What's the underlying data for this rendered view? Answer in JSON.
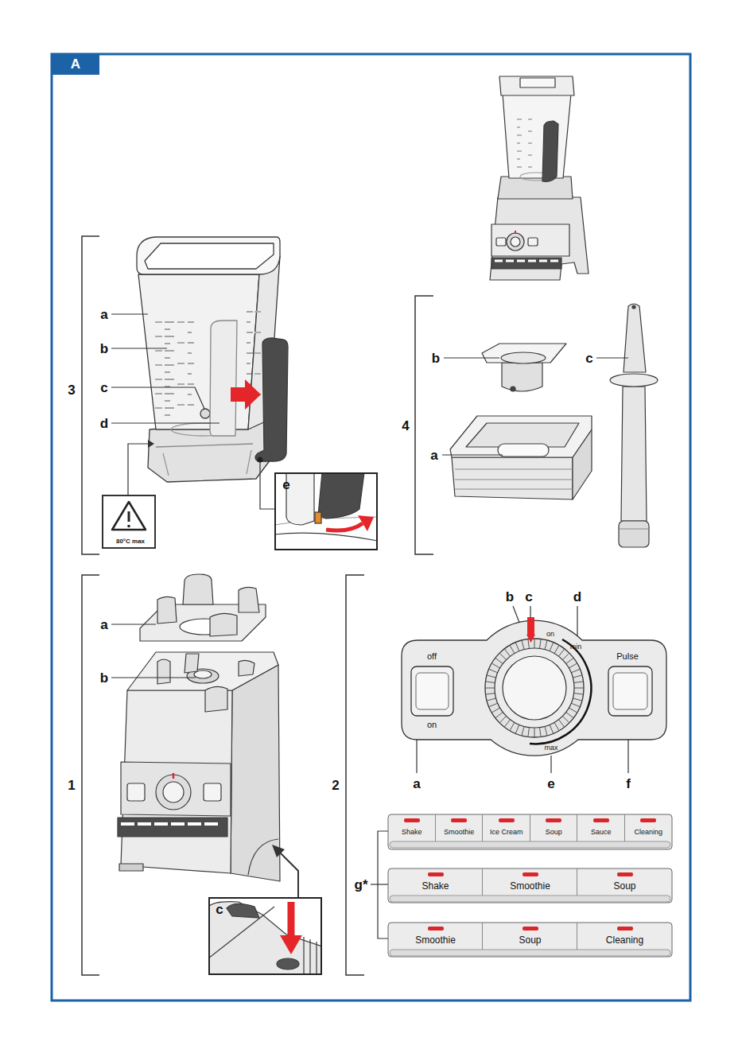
{
  "diagram": {
    "title": "A",
    "nodes": [
      {
        "text": [
          "80°C max"
        ]
      },
      {
        "text": [
          "e"
        ]
      },
      {
        "text": [
          "c"
        ]
      },
      {
        "text": [
          "off",
          "on",
          "on",
          "min",
          "Pulse",
          "max"
        ]
      },
      {
        "text": [
          "Shake"
        ]
      },
      {
        "text": [
          "Smoothie"
        ]
      },
      {
        "text": [
          "Ice Cream"
        ]
      },
      {
        "text": [
          "Soup"
        ]
      },
      {
        "text": [
          "Sauce"
        ]
      },
      {
        "text": [
          "Cleaning"
        ]
      },
      {
        "text": [
          "Shake"
        ]
      },
      {
        "text": [
          "Smoothie"
        ]
      },
      {
        "text": [
          "Soup"
        ]
      },
      {
        "text": [
          "Smoothie"
        ]
      },
      {
        "text": [
          "Soup"
        ]
      },
      {
        "text": [
          "Cleaning"
        ]
      }
    ],
    "labels": [
      "3",
      "a",
      "b",
      "c",
      "d",
      "4",
      "b",
      "c",
      "a",
      "1",
      "a",
      "b",
      "2",
      "b",
      "c",
      "d",
      "a",
      "e",
      "f",
      "g*"
    ]
  }
}
